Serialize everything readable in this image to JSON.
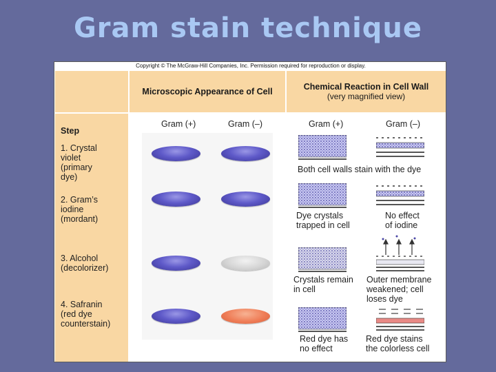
{
  "slide_title": "Gram stain technique",
  "figure": {
    "copyright": "Copyright © The McGraw-Hill Companies, Inc. Permission required for reproduction or display.",
    "header_microscopic": "Microscopic Appearance of Cell",
    "header_chemical": "Chemical Reaction in Cell Wall",
    "header_chemical_sub": "(very magnified view)",
    "step_header": "Step",
    "gram_pos": "Gram (+)",
    "gram_neg": "Gram (–)",
    "steps": [
      {
        "text": "1. Crystal\n    violet\n    (primary\n    dye)"
      },
      {
        "text": "2. Gram’s\n    iodine\n    (mordant)"
      },
      {
        "text": "3. Alcohol\n    (decolorizer)"
      },
      {
        "text": "4. Safranin\n    (red dye\n    counterstain)"
      }
    ],
    "captions": {
      "step1_both": "Both cell walls stain with the dye",
      "step2_pos": "Dye crystals\ntrapped in cell",
      "step2_neg": "No effect\nof iodine",
      "step3_pos": "Crystals remain\nin cell",
      "step3_neg": "Outer membrane\nweakened; cell\nloses dye",
      "step4_pos": "Red dye has\nno effect",
      "step4_neg": "Red dye stains\nthe colorless cell"
    },
    "colors": {
      "crystal_violet": "#5f5ac9",
      "decolorized": "#d5d5d5",
      "safranin": "#ef7d57",
      "table_bg": "#f9d7a3",
      "slide_bg": "#646a9c",
      "title": "#a9c8f3"
    }
  }
}
